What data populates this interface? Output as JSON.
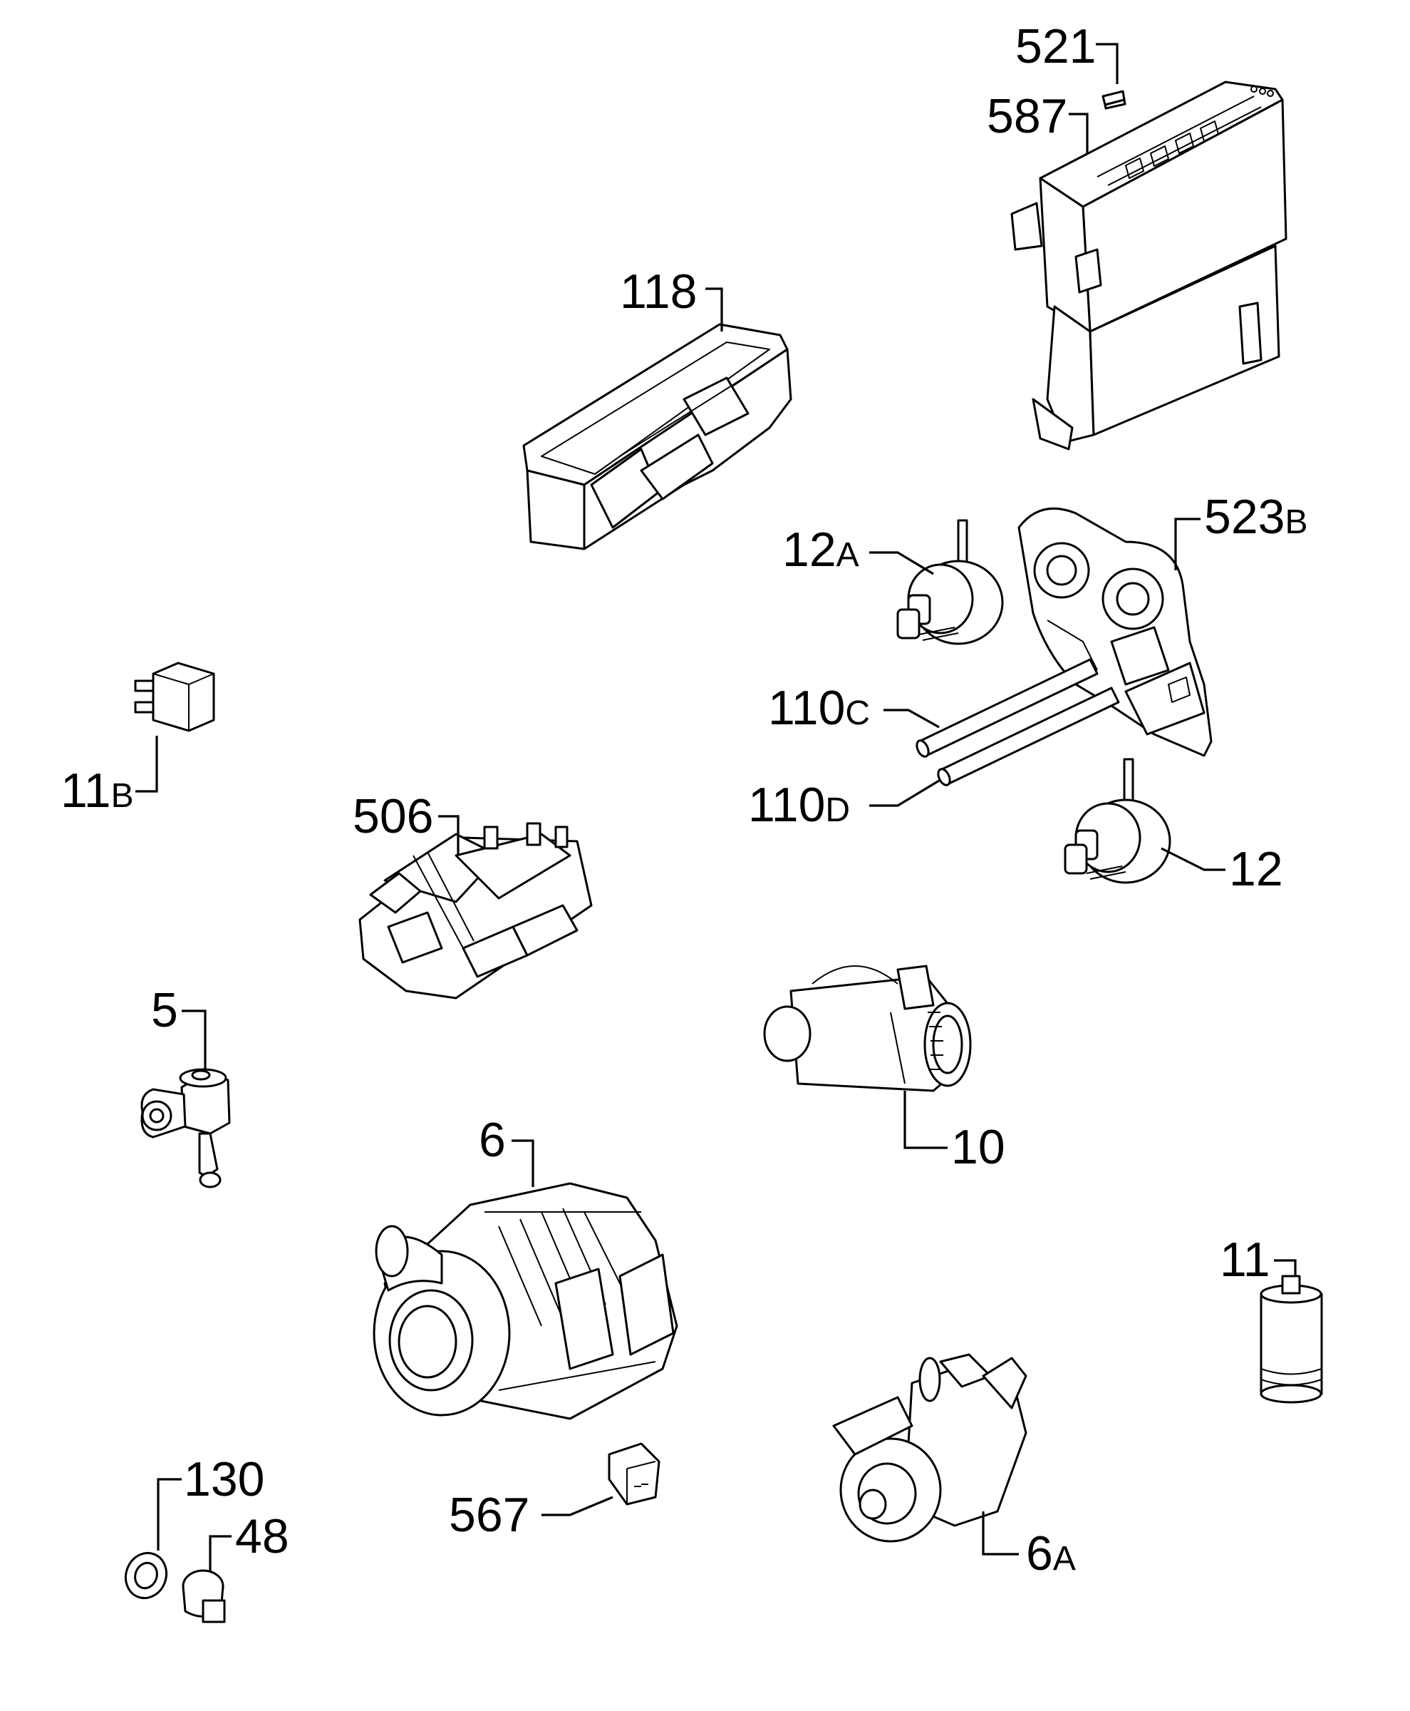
{
  "diagram": {
    "labels": [
      {
        "id": "p521",
        "main": "521",
        "suffix": ""
      },
      {
        "id": "p587",
        "main": "587",
        "suffix": ""
      },
      {
        "id": "p118",
        "main": "118",
        "suffix": ""
      },
      {
        "id": "p523b",
        "main": "523",
        "suffix": "B"
      },
      {
        "id": "p12a",
        "main": "12",
        "suffix": "A"
      },
      {
        "id": "p110c",
        "main": "110",
        "suffix": "C"
      },
      {
        "id": "p110d",
        "main": "110",
        "suffix": "D"
      },
      {
        "id": "p11b",
        "main": "11",
        "suffix": "B"
      },
      {
        "id": "p506",
        "main": "506",
        "suffix": ""
      },
      {
        "id": "p12",
        "main": "12",
        "suffix": ""
      },
      {
        "id": "p5",
        "main": "5",
        "suffix": ""
      },
      {
        "id": "p10",
        "main": "10",
        "suffix": ""
      },
      {
        "id": "p6",
        "main": "6",
        "suffix": ""
      },
      {
        "id": "p11",
        "main": "11",
        "suffix": ""
      },
      {
        "id": "p130",
        "main": "130",
        "suffix": ""
      },
      {
        "id": "p48",
        "main": "48",
        "suffix": ""
      },
      {
        "id": "p567",
        "main": "567",
        "suffix": ""
      },
      {
        "id": "p6a",
        "main": "6",
        "suffix": "A"
      }
    ]
  }
}
